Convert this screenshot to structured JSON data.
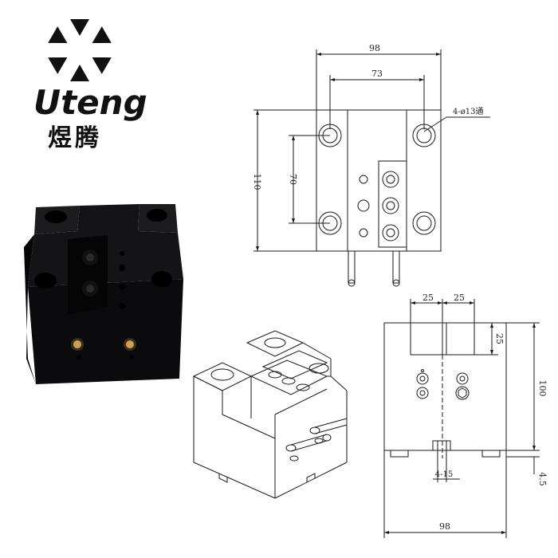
{
  "brand": {
    "name_latin": "Uteng",
    "name_chinese": "煜腾",
    "logo_icon": "hexagon-triangles-logo"
  },
  "colors": {
    "block": "#0b0b0d",
    "line": "#1a1a1a",
    "dim": "#222222",
    "brass": "#c9a25a"
  },
  "top_view": {
    "dim_overall_width": "98",
    "dim_hole_spacing_x": "73",
    "dim_overall_height": "110",
    "dim_hole_spacing_y": "70",
    "hole_callout": "4-ø13通"
  },
  "front_view": {
    "dim_left_width": "25",
    "dim_right_width": "25",
    "dim_slot_depth": "25",
    "dim_height": "100",
    "dim_foot": "4.5",
    "dim_bottom_slot": "4-15",
    "dim_base_width": "98"
  }
}
